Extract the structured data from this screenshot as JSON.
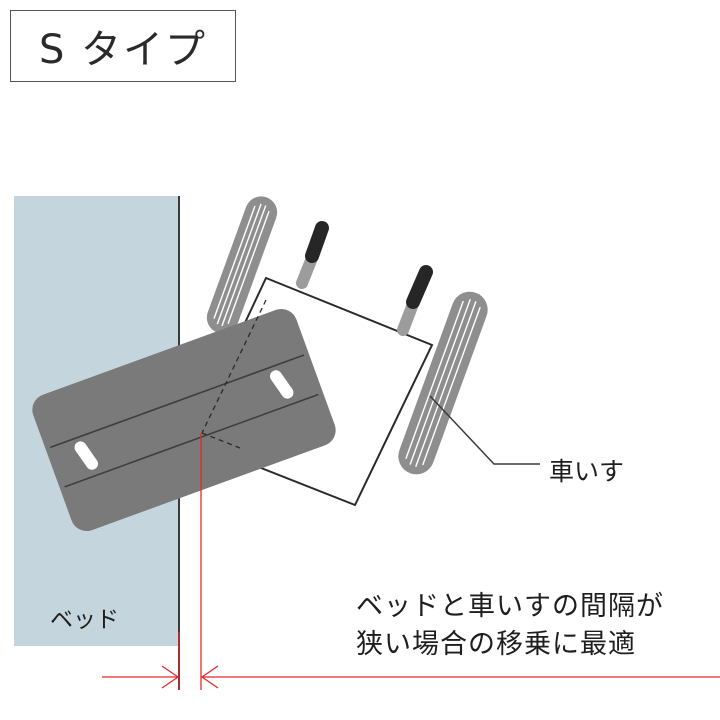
{
  "title": "S タイプ",
  "labels": {
    "bed": "ベッド",
    "wheelchair": "車いす"
  },
  "caption": {
    "line1": "ベッドと車いすの間隔が",
    "line2": "狭い場合の移乗に最適"
  },
  "colors": {
    "bed_fill": "#c5d5dd",
    "board_fill": "#7a7a7a",
    "wheel_fill": "#8e8e8e",
    "handle_dark": "#262626",
    "handle_light": "#9c9c9c",
    "dimension_line": "#e02a2a",
    "outline": "#3a3a3a"
  }
}
